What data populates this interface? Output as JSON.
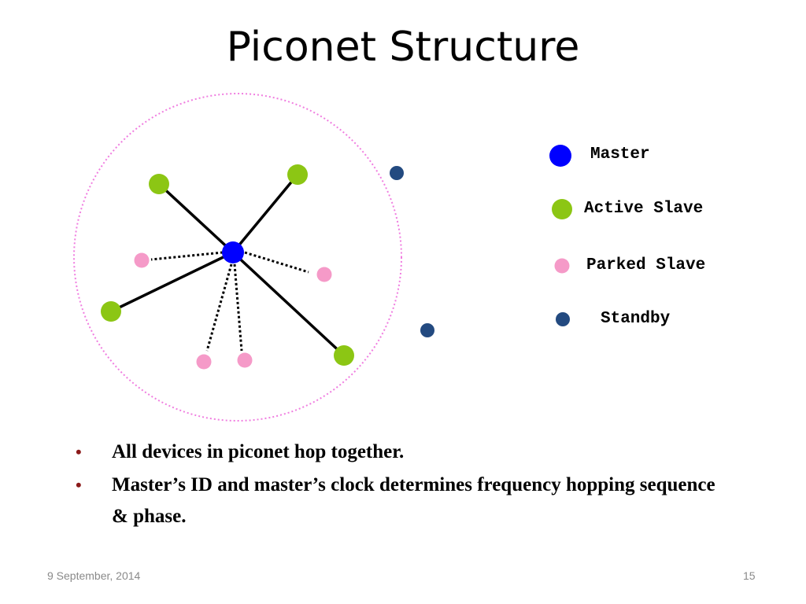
{
  "slide": {
    "title": "Piconet Structure",
    "date": "9 September, 2014",
    "page_number": "15"
  },
  "legend": {
    "master": "Master",
    "active_slave": "Active Slave",
    "parked_slave": "Parked Slave",
    "standby": "Standby"
  },
  "bullets": [
    "All devices in piconet hop together.",
    "Master’s ID and master’s clock determines frequency hopping sequence & phase."
  ],
  "colors": {
    "master": "#0000ff",
    "active_slave": "#8cc614",
    "parked_slave": "#f59ac8",
    "standby": "#234a80",
    "range": "#f07ee0",
    "bullet": "#8b1a1a"
  }
}
